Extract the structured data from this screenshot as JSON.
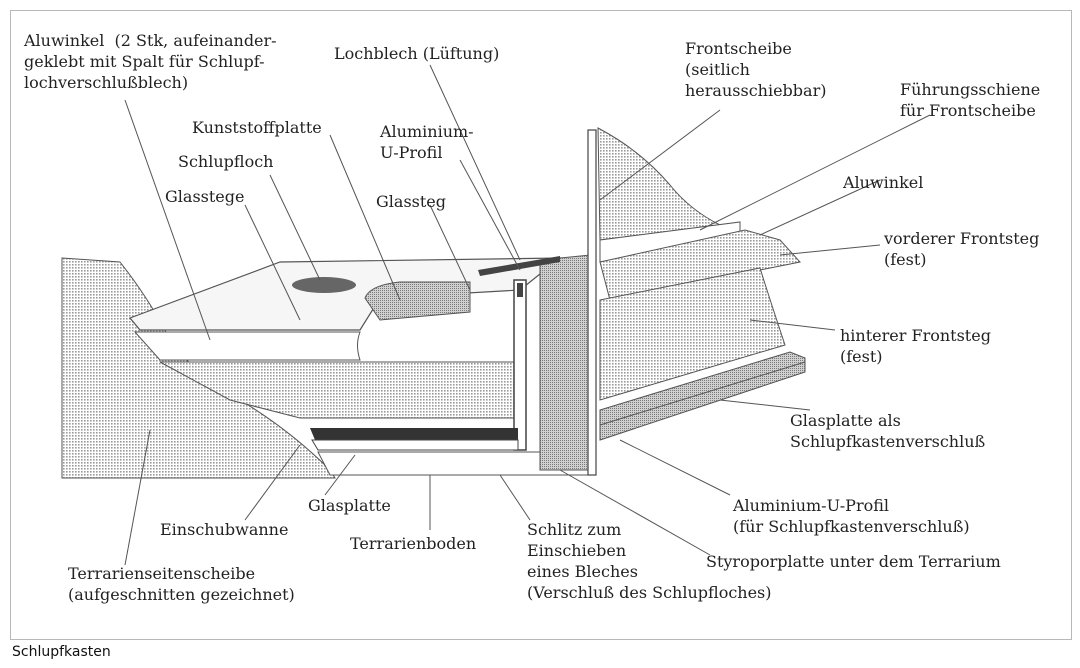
{
  "caption": "Schlupfkasten",
  "labels": {
    "aluwinkel_top": "Aluwinkel  (2 Stk, aufeinander-\ngeklebt mit Spalt für Schlupf-\nlochverschlußblech)",
    "lochblech": "Lochblech (Lüftung)",
    "frontscheibe": "Frontscheibe\n(seitlich\nherausschiebbar)",
    "fuehrungsschiene": "Führungsschiene\nfür Frontscheibe",
    "kunststoffplatte": "Kunststoffplatte",
    "alu_u_profil": "Aluminium-\nU-Profil",
    "schlupfloch": "Schlupfloch",
    "glasstege": "Glasstege",
    "glassteg": "Glassteg",
    "aluwinkel": "Aluwinkel",
    "vorderer_frontsteg": "vorderer Frontsteg\n(fest)",
    "hinterer_frontsteg": "hinterer Frontsteg\n(fest)",
    "glasplatte_verschluss": "Glasplatte als\nSchlupfkastenverschluß",
    "alu_u_profil_verschluss": "Aluminium-U-Profil\n(für Schlupfkastenverschluß)",
    "styroporplatte": "Styroporplatte unter dem Terrarium",
    "glasplatte": "Glasplatte",
    "einschubwanne": "Einschubwanne",
    "terrarienboden": "Terrarienboden",
    "schlitz": "Schlitz zum\nEinschieben\neines Bleches\n(Verschluß des Schlupfloches)",
    "terrarienseitenscheibe": "Terrarienseitenscheibe\n(aufgeschnitten gezeichnet)"
  },
  "colors": {
    "line": "#444444",
    "hatch": "#c4c4c4",
    "dark": "#333333",
    "hole": "#666666",
    "mid": "#aaaaaa"
  }
}
